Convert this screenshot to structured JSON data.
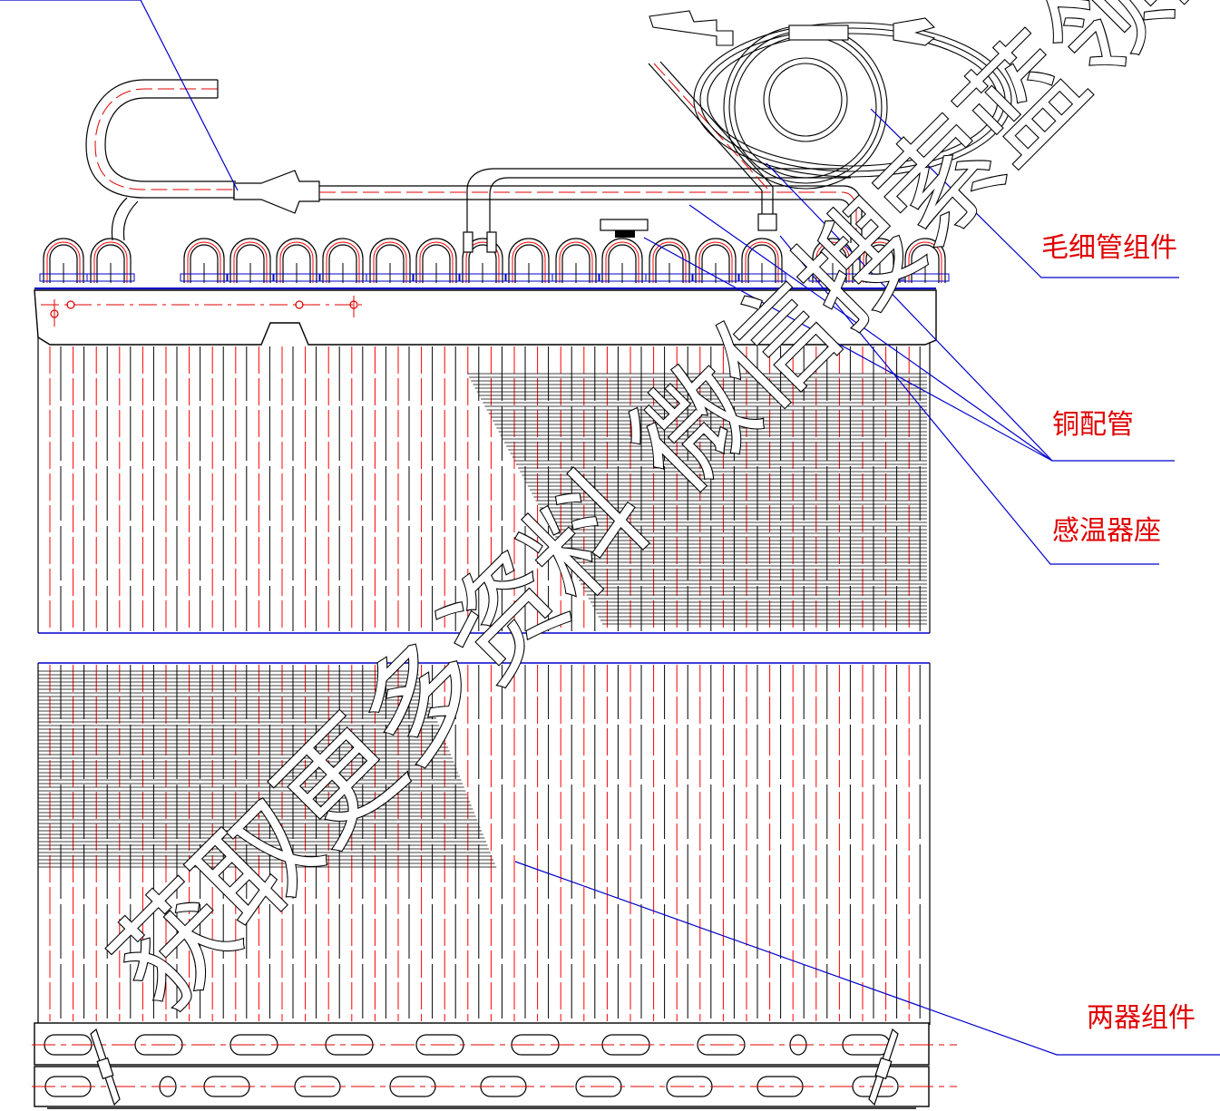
{
  "labels": {
    "capillary_assembly": "毛细管组件",
    "copper_piping": "铜配管",
    "sensor_seat": "感温器座",
    "two_device_assembly": "两器组件"
  },
  "watermark": "获取更多资料 微信搜索蓝领星球",
  "colors": {
    "outline": "#000000",
    "centerline": "#ff0000",
    "leader": "#0000cc",
    "label_text": "#e00000"
  }
}
